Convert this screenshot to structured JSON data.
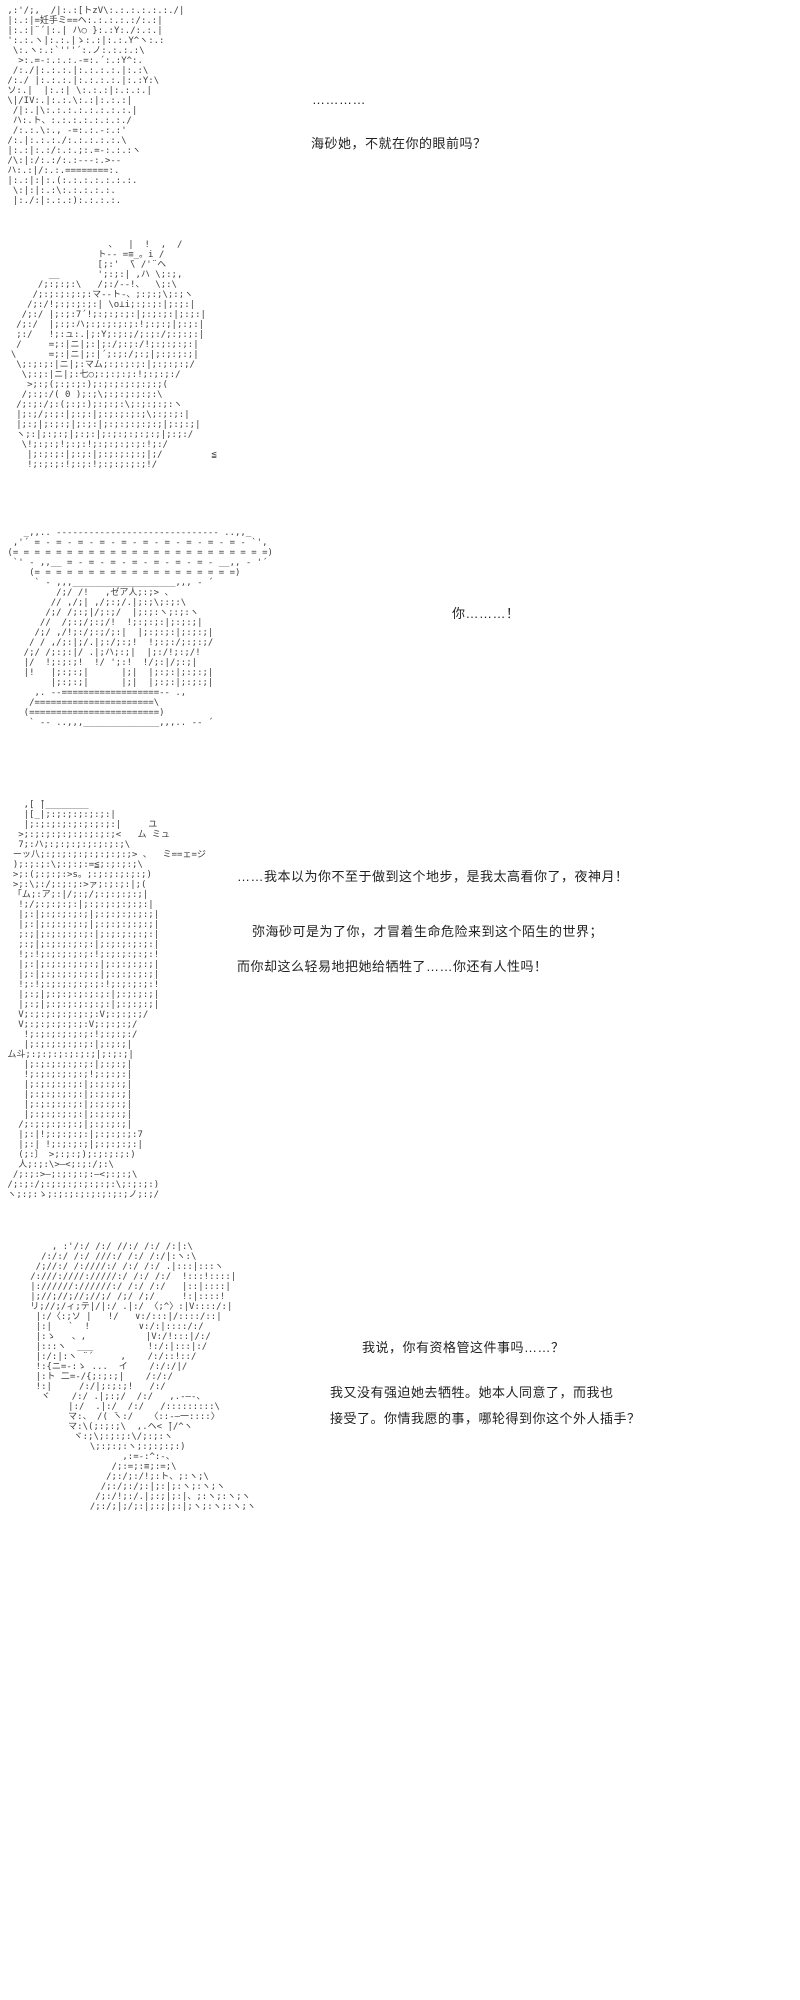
{
  "page": {
    "background": "#ffffff",
    "dialogue_color": "#222222",
    "ascii_color": "#3d3d3d"
  },
  "panels": [
    {
      "name": "panel-1",
      "art": [
        " ,:'/;,  /|:.:[トzV\\:.:.:.:.:.:./|",
        " |:.:|=妊手ミ==ヘ:.:.:.:.:/:.:|",
        " |:.:|¨´|:.| ハ○ }:.:Y:./:.:.|",
        " ':.:.ヽ|:.:.|ゝ:.:|:.:.Y^ヽ:.:",
        "  \\:.ヽ:.:`'''´:.ノ:.:.:.:\\",
        "   >:.=-:.:.:.-=:.´:.:Y^:.",
        "  /:./|:.:.:.|:.:.:.:.|:.:\\",
        " /:./ |:.:.:.|:.:.:.:.|:.:Y:\\",
        " ソ:.|  |:.:| \\:.:.:|:.:.:.|",
        " \\|/IV:.|:.:.\\:.:|:.:.:|",
        "  /|:.|\\:.:.:.:.:.:.:.:.|",
        "  ハ:.ト、:.:.:.:.:.:.:./",
        "  /:.:.\\:., -=:.:.-:.:'",
        " /:.|:.:.:./:.:.:.:.:.\\",
        " |:.:|:.:/:.:.;:.=-:.:.:ヽ",
        " /\\:|:/:.:/:.:---:.>--",
        " ハ:.:|/:.:.========:.",
        " |:.:|:|:.(:.:.:.:.:.:.:.",
        "  \\:|:|:.:\\:.:.:.:.:.",
        "  |:./:|:.:.:):.:.:.:."
      ],
      "dialogue": [
        {
          "text": "…………"
        },
        {
          "text": "海砂她，不就在你的眼前吗？"
        }
      ]
    },
    {
      "name": "panel-2",
      "art": [
        "                    、  |  !  ,  /",
        "                  ト-- =≡_。i /",
        "                  [;:'  ̄\\ /'¨ヘ",
        "         __       ';:;:| ,ハ \\;:;,",
        "       /;:;:;:\\   /;:/--!、  \\;:\\",
        "      /;:;:;:;:;:マ--ト-、;:;:;\\;:;ヽ",
        "     /;:/!;:;:;:;:| \\o⊥i;:;:;:|;:;:|",
        "    /;:/ |;:;:7´!;:;:;:;:|;:;:;:|;:;:|",
        "   /;:/  |;:;:ハ;:;:;:;:;:!;:;:;|;:;:|",
        "   ;:/   !;:ュ:.|;:Y;:;:;/;:;:/;:;:;:|",
        "   /     =;:|ニ|;:|;:/;:;:/!;:;:;:;:|",
        "  \\      =;:|ニ|;:|´;:;:/;:;|;:;:;:;|",
        "   \\;:;:;:|ニ|;:マム;:;:;:;:|;:;:;:;/",
        "    \\;:;:|ニ|;:七○;:;:;:;:!;:;:;:/",
        "     >;:;(;:;:;:);:;:;:;:;:;:;(",
        "    /;:;:/( 0 );:;\\;:;:;:;:;:\\",
        "   /;:;:/;:(;:;:);:;:;:\\;:;:;:;:ヽ",
        "   |;:;/;:;:|;:;:|;:;:;:;:;\\;:;:;:|",
        "   |;:;|;:;:;|;:;:|;:;:;:;:;:;|;:;:;|",
        "   ヽ;:|;:;:;|;:;:|;:;:;:;:;:;|;:;:/",
        "    \\!;:;:;!;:;:!;:;:;:;:;:!;:/",
        "     |;:;:;:|;:;:|;:;:;:;:;|;/         ≦",
        "     !;:;:;:!;:;:!;:;:;:;:;!/"
      ],
      "dialogue": []
    },
    {
      "name": "panel-3",
      "art": [
        "    _,,.. --‐‐‐‐‐‐‐‐‐‐‐‐‐‐‐‐‐‐‐‐‐‐‐‐‐‐-- ..,,_",
        "  ,'´ = - = - = - = - = - = - = - = - = - = - `',",
        " (= = = = = = = = = = = = = = = = = = = = = = = =)",
        "  `' ‐ ,,__ = - = - = - = - = - = - = - __,, ‐ '´",
        "     (= = = = = = = = = = = = = = = = = = =)",
        "      ` - ,,,___________________,,, - ´",
        "          /;/ /!   ,ゼア人;:;> 、",
        "         // ,/;| ,/;:;/.|;:;\\;:;:\\",
        "        /;/ /;:;|/;:;/  |;:;:ヽ;:;:ヽ",
        "       //  /;:;/;:;/!  !;:;:;:|;:;:;|",
        "      /;/ ,/!;:/;:;/;:|  |;:;:;:|;:;:;|",
        "     / / ,/;:|;/.|;:/;:;!  !;:;:/;:;:;/",
        "    /;/ /;:;:|/ .|;ハ;:;|  |;:/!;:;/!",
        "    |/  !;:;:;!  !/ ';:!  !/;:|/;:;|",
        "    |!   |;:;:;|      |;|  |;:;:|;:;:;|",
        "         |;:;:;|      |;|  |;:;:|;:;:;|",
        "      ,. -‐==================‐- .,",
        "     /======================\\",
        "    (========================)",
        "     ` ‐- ..,,,______________,,,.. -‐ ´"
      ],
      "dialogue": [
        {
          "text": "你………！"
        }
      ]
    },
    {
      "name": "panel-4",
      "art": [
        "    ,[ ̄|________",
        "    |[_|;:;:;:;:;:;:|",
        "    |;:;:;:;:;:;:;:;:|     ユ",
        "   >;:;:;:;:;:;:;:;:;<   ム ミュ",
        "   7;:ハ;:;:;:;:;:;:;:;\\",
        "  ーッ八;:;:;:;:;:;:;:;:;> 、  ミ==ェ=ジ",
        "  );:;:;:\\;:;:;:=≦;:;:;:;\\",
        "  >;:(;:;:;:>s。;:;:;:;:;:;)",
        "  >;:\\;:/;:;:;:>ァ;:;:;:|;(",
        "  「ム;:ア;:|/;:;/;:;:;:;:;|",
        "   !;/;:;:;:;:|;:;:;:;:;:;:|",
        "   |;:|;:;:;:;:;|;:;:;:;:;:;|",
        "   |;:|;:;:;:;:;|;:;:;:;:;:;|",
        "   ;:;|;:;:;:;:;:|;:;:;:;:;:|",
        "   ;:;|;:;:;:;:;:|;:;:;:;:;:|",
        "   !;:!;:;:;:;:;:!;:;:;:;:;:!",
        "   |;:|;:;:;:;:;:;|;:;:;:;:;|",
        "   |;:|;:;:;:;:;:;|;:;:;:;:;|",
        "   !;:!;:;:;:;:;:;:!;:;:;:;:!",
        "   |;:;|;:;:;:;:;:;:|;:;:;:;|",
        "   |;:;|;:;:;:;:;:;:|;:;:;:;|",
        "   V;:;:;:;:;:;:;:V;:;:;:;/",
        "   V;:;:;:;:;:;:V;:;:;:;/",
        "    !;:;:;:;:;:;:!;:;:;:/",
        "    |;:;:;:;:;:;:|;:;:;|",
        " ム斗;:;:;:;:;:;:;|;:;:;|",
        "    |;:;:;:;:;:;:|;:;:;|",
        "    !;:;:;:;:;:;!;:;:;:|",
        "    |;:;:;:;:;:|;:;:;:;|",
        "    |;:;:;:;:;:|;:;:;:;|",
        "    |;:;:;:;:;:|;:;:;:;|",
        "    |;:;:;:;:;:|;:;:;:;|",
        "   /;:;:;:;:;:;|;:;:;:;|",
        "   |;:|!;:;:;:;:|;:;:;:;:7",
        "   |;:| !;:;:;:;|;:;:;:;:|",
        "   (;:〕 >;:;:;);:;:;:;:)",
        "   人;:;:\\>―<;:;:/;:\\",
        "  /;:;:>―;:;:;:;:―<;:;:;\\",
        " /;:;:/;:;:;:;:;:;:;:\\;:;:;:)",
        " ヽ;:;:ゝ;:;:;:;:;:;:;:;ノ;:;/"
      ],
      "dialogue": [
        {
          "text": "……我本以为你不至于做到这个地步，是我太高看你了，夜神月！"
        },
        {
          "text": "弥海砂可是为了你，才冒着生命危险来到这个陌生的世界；"
        },
        {
          "text": "而你却这么轻易地把她给牺牲了……你还有人性吗！"
        }
      ]
    },
    {
      "name": "panel-5",
      "art": [
        "       , :'/:/ /:/ //:/ /:/ /:|:\\",
        "     /:/:/ /:/ ///:/ /:/ /:/|:ヽ:\\",
        "    /;//:/ /:////:/ /:/ /:/ .|:::|:::ヽ",
        "   /:///:////://///:/ /:/ /:/  !:::!::::|",
        "   |://////://////:/ /:/ /:/   |::|::::|",
        "   |;//;//;//;//;/ /;/ /;/     !:|::::!",
        "   リ;//;/ィ;テ|/|:/ .|:/ 〈;^〉:|V::::/:|",
        "    |:/〈:;ソ |   !/   ∨:/:::|/::::/::|",
        "    |:|   `  !         ∨:/:|::::/:/",
        "    |:ゝ   、,           |V:/!:::|/:/",
        "    |:::ヽ  ___          !:/:|:::|:/",
        "    |:/:|:ヽ ¨´     ,    /:/::!::/",
        "    !:{ニ=-:ゝ ...  イ    /:/:/|/",
        "    |:ト ̄二=-/{;:;:;|    /:/:/",
        "    !:|     /:/|;:;:;!   /:/",
        "     ヾ    /:/ .|;:;/  /:/   ,.-―-、",
        "          |:/  .|:/  /:/   /:::::::::\\",
        "          マ:、 /( ̄ヽ:/   〈::-―一::::〉",
        "          マ:\\(;:;:;\\  ,.ヘ< ̄|/^ヽ",
        "           ヾ:;\\;:;:;:\\/;:;:ヽ",
        "              \\;:;:;:ヽ;:;:;:;:)",
        "                    ,:=-:^:-、",
        "                  /;:=;:≡;:=;\\",
        "                 /;:/;:/!;:ト、;:ヽ;\\",
        "                /;:/;:/;:|;:|;:ヽ;:ヽ;ヽ",
        "               /;:/!;:/.|;:;|;:|、;:ヽ;:ヽ;ヽ",
        "              /;:/;|;/;:|;:;|;:|;ヽ;:ヽ;:ヽ;ヽ"
      ],
      "dialogue": [
        {
          "text": "我说，你有资格管这件事吗……？"
        },
        {
          "text": "我又没有强迫她去牺牲。她本人同意了，而我也"
        },
        {
          "text": "接受了。你情我愿的事，哪轮得到你这个外人插手？"
        }
      ]
    }
  ]
}
